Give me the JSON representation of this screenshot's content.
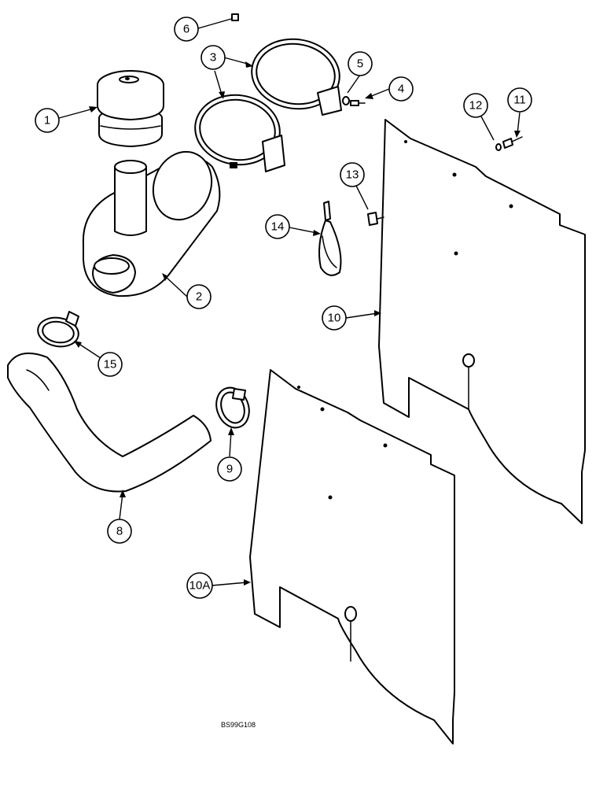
{
  "callouts": [
    {
      "id": "c1",
      "label": "1"
    },
    {
      "id": "c2",
      "label": "2"
    },
    {
      "id": "c3",
      "label": "3"
    },
    {
      "id": "c4",
      "label": "4"
    },
    {
      "id": "c5",
      "label": "5"
    },
    {
      "id": "c6",
      "label": "6"
    },
    {
      "id": "c8",
      "label": "8"
    },
    {
      "id": "c9",
      "label": "9"
    },
    {
      "id": "c10",
      "label": "10"
    },
    {
      "id": "c10a",
      "label": "10A"
    },
    {
      "id": "c11",
      "label": "11"
    },
    {
      "id": "c12",
      "label": "12"
    },
    {
      "id": "c13",
      "label": "13"
    },
    {
      "id": "c14",
      "label": "14"
    },
    {
      "id": "c15",
      "label": "15"
    }
  ],
  "reference_code": "BS99G108",
  "line_color": "#000000",
  "background_color": "#ffffff"
}
